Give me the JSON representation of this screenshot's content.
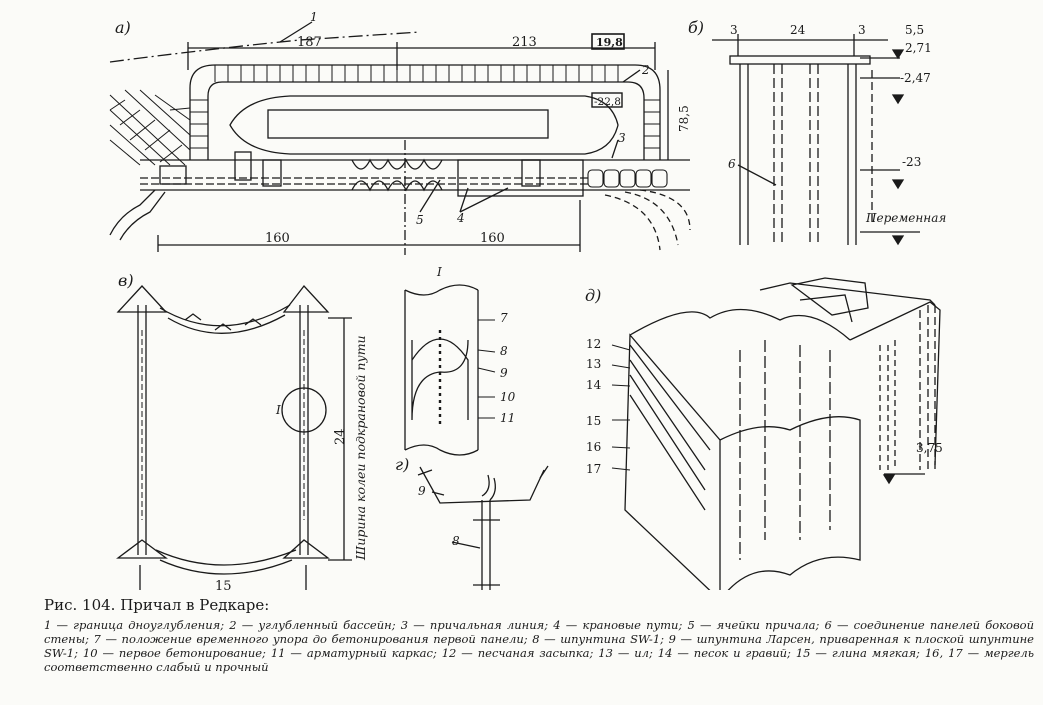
{
  "panels": {
    "a": {
      "label": "а)",
      "dims": [
        "187",
        "213",
        "78,5",
        "160",
        "160"
      ],
      "badges": [
        "19,8",
        "-22,8"
      ],
      "callouts": [
        "1",
        "2",
        "3",
        "4",
        "5"
      ]
    },
    "b": {
      "label": "б)",
      "dims": [
        "3",
        "24",
        "3",
        "5,5"
      ],
      "levels": [
        "2,71",
        "-2,47",
        "-23"
      ],
      "note": "Переменная",
      "callouts": [
        "6"
      ]
    },
    "v": {
      "label": "в)",
      "dims": [
        "24",
        "15"
      ],
      "vertical_note": "Ширина колеи подкрановой пути",
      "marker": "I"
    },
    "g": {
      "label": "г)",
      "marker": "I",
      "callouts": [
        "7",
        "8",
        "9",
        "10",
        "11"
      ],
      "profile_callouts": [
        "9",
        "8"
      ]
    },
    "d": {
      "label": "д)",
      "callouts": [
        "12",
        "13",
        "14",
        "15",
        "16",
        "17"
      ],
      "level": "3,75"
    }
  },
  "caption": {
    "title": "Рис. 104. Причал в Редкаре:",
    "body": "1 — граница дноуглубления; 2 — углубленный бассейн; 3 — причальная линия; 4 — крановые пути; 5 — ячейки причала; 6 — соединение панелей боковой стены; 7 — положение временного упора до бетонирования первой панели; 8 — шпунтина SW-1; 9 — шпунтина Ларсен, приваренная к плоской шпунтине SW-1; 10 — первое бетонирование; 11 — арматурный каркас; 12 — песчаная засыпка; 13 — ил; 14 — песок и гравий; 15 — глина мягкая; 16, 17 — мергель соответственно слабый и прочный"
  }
}
